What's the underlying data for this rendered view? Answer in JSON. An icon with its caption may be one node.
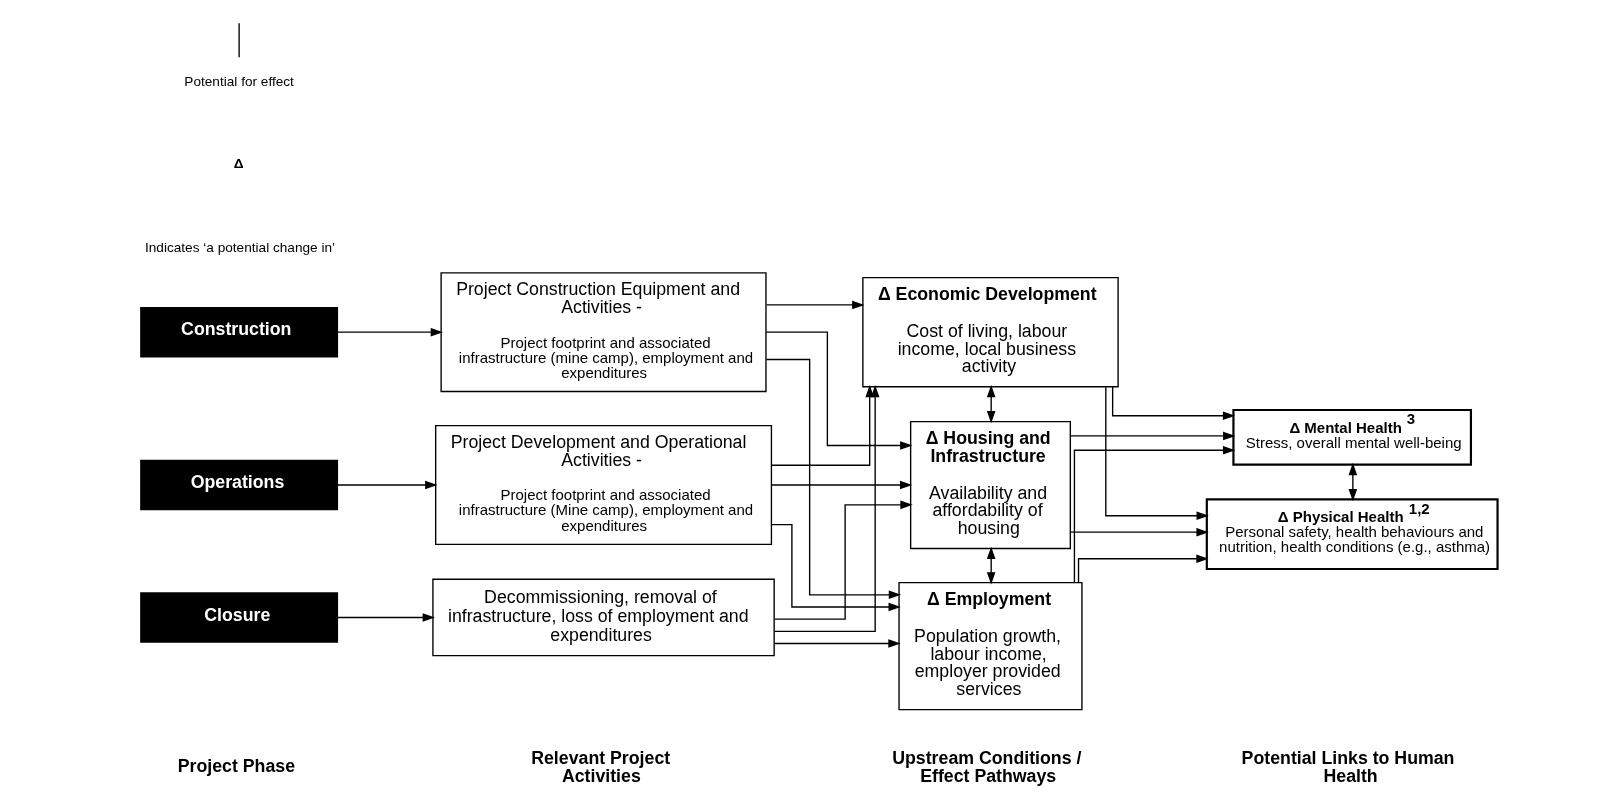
{
  "diagram": {
    "nodes": [
      {
        "text": [
          "Construction"
        ]
      },
      {
        "text": [
          "Operations"
        ]
      },
      {
        "text": [
          "Closure"
        ]
      },
      {
        "text": [
          "Project Construction Equipment and Activities -",
          "Project footprint and associated infrastructure (mine camp), employment and expenditures"
        ]
      },
      {
        "text": [
          "Project Development and Operational Activities -",
          "Project footprint and associated infrastructure (Mine camp), employment and expenditures"
        ]
      },
      {
        "text": [
          "Decommissioning, removal of infrastructure, loss of employment and expenditures"
        ]
      },
      {
        "text": [
          "Δ Economic Development",
          "Cost of living, labour income, local business activity"
        ]
      },
      {
        "text": [
          "Δ Housing and Infrastructure",
          "Availability and affordability of housing"
        ]
      },
      {
        "text": [
          "Δ Employment",
          "Population growth, labour income, employer provided services"
        ]
      },
      {
        "text": [
          "Δ Physical Health $^{1,2}$",
          "Personal safety, health behaviours and nutrition, health conditions (e.g., asthma)"
        ]
      },
      {
        "text": [
          "Δ Mental Health $^{3}$",
          "Stress, overall mental well-being"
        ]
      }
    ],
    "edges": [
      {
        "from": 0,
        "to": 3,
        "arrow": "to"
      },
      {
        "from": 1,
        "to": 4,
        "arrow": "to"
      },
      {
        "from": 2,
        "to": 5,
        "arrow": "to"
      },
      {
        "from": 3,
        "to": 6,
        "arrow": "to"
      },
      {
        "from": 3,
        "to": 7,
        "arrow": "to"
      },
      {
        "from": 3,
        "to": 8,
        "arrow": "to"
      },
      {
        "from": 4,
        "to": 6,
        "arrow": "to"
      },
      {
        "from": 4,
        "to": 7,
        "arrow": "to"
      },
      {
        "from": 4,
        "to": 8,
        "arrow": "to"
      },
      {
        "from": 5,
        "to": 6,
        "arrow": "to"
      },
      {
        "from": 5,
        "to": 7,
        "arrow": "to"
      },
      {
        "from": 5,
        "to": 8,
        "arrow": "to"
      },
      {
        "from": 6,
        "to": 7,
        "arrow": "both"
      },
      {
        "from": 7,
        "to": 8,
        "arrow": "both"
      },
      {
        "from": 6,
        "to": 9,
        "arrow": "to"
      },
      {
        "from": 6,
        "to": 10,
        "arrow": "to"
      },
      {
        "from": 7,
        "to": 9,
        "arrow": "to"
      },
      {
        "from": 7,
        "to": 10,
        "arrow": "to"
      },
      {
        "from": 8,
        "to": 9,
        "arrow": "to"
      },
      {
        "from": 8,
        "to": 10,
        "arrow": "to"
      },
      {
        "from": 9,
        "to": 10,
        "arrow": "both"
      }
    ],
    "labels": [
      "Project Phase",
      "Relevant Project Activities",
      "Upstream Conditions / Effect Pathways",
      "Potential Links to Human Health",
      "Δ",
      "Indicates ‘a potential change in’"
    ],
    "legend": [
      {
        "text": "Potential for effect"
      }
    ]
  }
}
